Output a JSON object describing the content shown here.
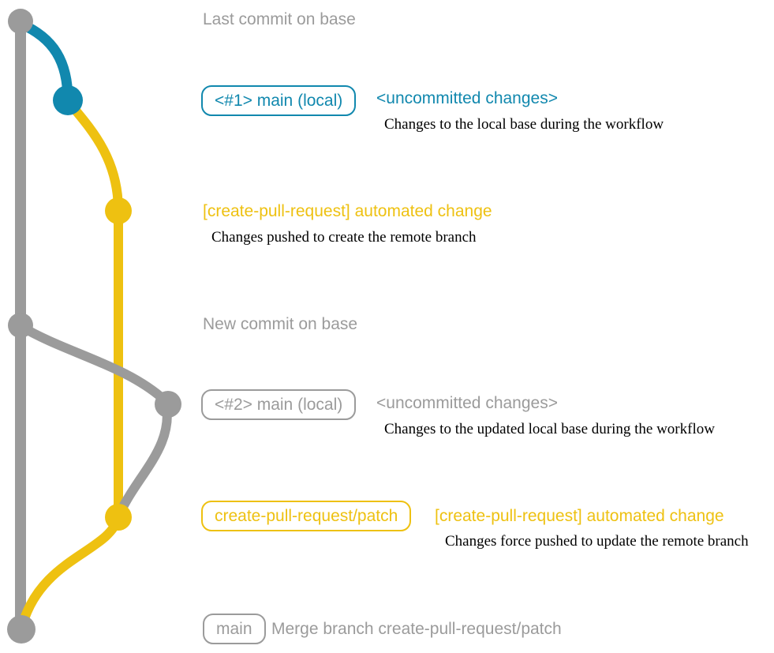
{
  "colors": {
    "gray": "#9b9b9b",
    "blue": "#1188ae",
    "yellow": "#eec111",
    "ink": "#000000"
  },
  "graph": {
    "branches": [
      {
        "name": "base-branch",
        "color": "gray"
      },
      {
        "name": "local-main-branch",
        "color": "blue"
      },
      {
        "name": "create-pull-request-patch-branch",
        "color": "yellow"
      },
      {
        "name": "updated-local-main-branch",
        "color": "gray"
      }
    ],
    "nodes": [
      {
        "name": "commit-last-on-base",
        "color": "gray"
      },
      {
        "name": "commit-local-main-1",
        "color": "blue"
      },
      {
        "name": "commit-automated-change-1",
        "color": "yellow"
      },
      {
        "name": "commit-new-on-base",
        "color": "gray"
      },
      {
        "name": "commit-local-main-2",
        "color": "gray"
      },
      {
        "name": "commit-automated-change-2",
        "color": "yellow"
      },
      {
        "name": "commit-merge",
        "color": "gray"
      }
    ]
  },
  "rows": {
    "last_commit_on_base": {
      "text": "Last commit on base"
    },
    "local_main_1": {
      "badge": "<#1> main (local)",
      "status": "<uncommitted changes>",
      "note": "Changes to the local base during the workflow"
    },
    "automated_change_1": {
      "title": "[create-pull-request] automated change",
      "note": "Changes pushed to create the remote branch"
    },
    "new_commit_on_base": {
      "text": "New commit on base"
    },
    "local_main_2": {
      "badge": "<#2> main (local)",
      "status": "<uncommitted changes>",
      "note": "Changes to the updated local base during the workflow"
    },
    "automated_change_2": {
      "badge": "create-pull-request/patch",
      "title": "[create-pull-request] automated change",
      "note": "Changes force pushed to update the remote branch"
    },
    "merge_commit": {
      "badge": "main",
      "text": "Merge branch create-pull-request/patch"
    }
  }
}
